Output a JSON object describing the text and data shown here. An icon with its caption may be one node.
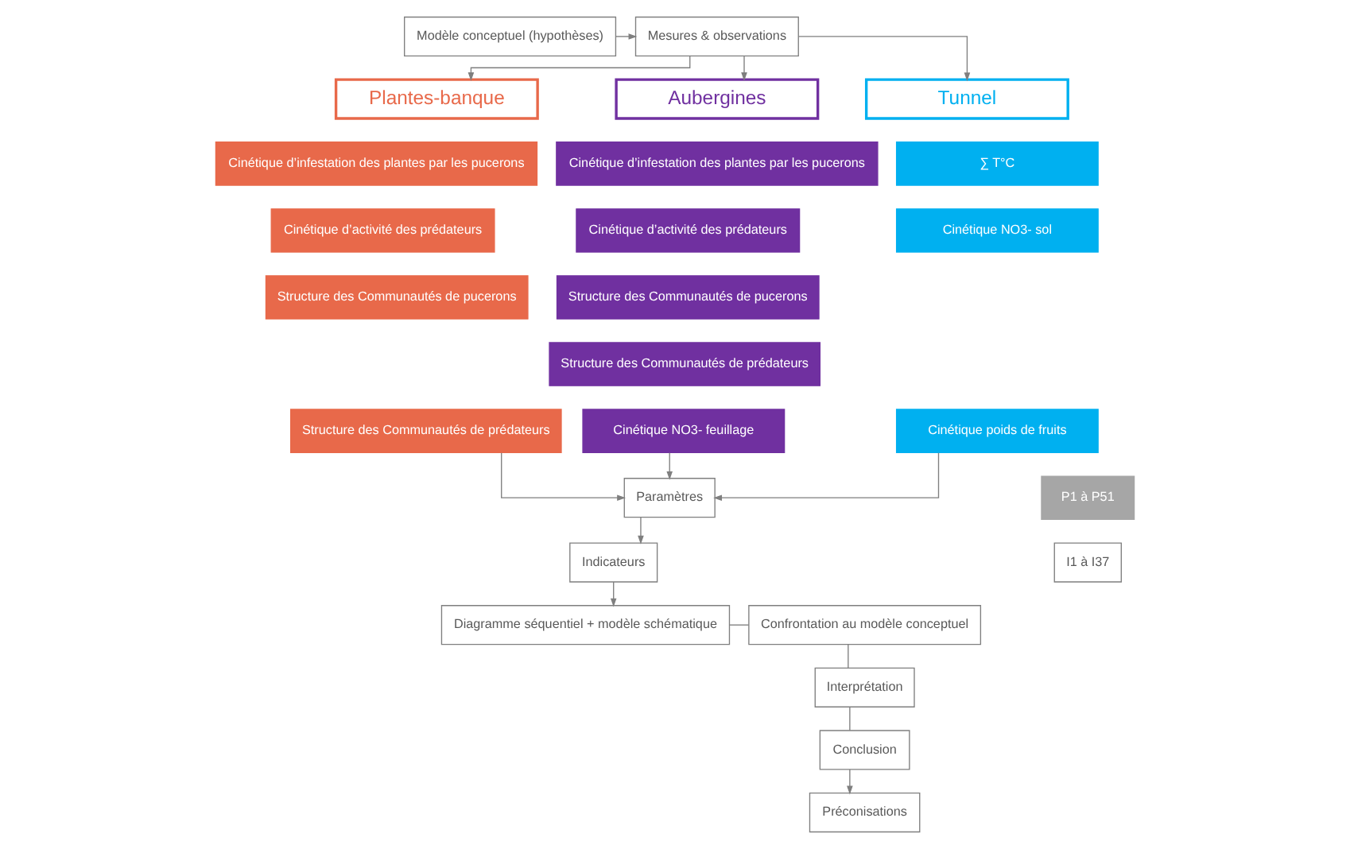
{
  "diagram": {
    "nodes": [
      {
        "text": [
          "Modèle conceptuel (hypothèses)"
        ]
      },
      {
        "text": [
          "Mesures & observations"
        ]
      },
      {
        "text": [
          "Plantes-banque"
        ]
      },
      {
        "text": [
          "Aubergines"
        ]
      },
      {
        "text": [
          "Tunnel"
        ]
      },
      {
        "text": [
          "Cinétique d’infestation des plantes par les pucerons"
        ]
      },
      {
        "text": [
          "Cinétique d’activité des prédateurs"
        ]
      },
      {
        "text": [
          "Structure des Communautés de pucerons"
        ]
      },
      {
        "text": [
          "Structure des Communautés de prédateurs"
        ]
      },
      {
        "text": [
          "Cinétique d’infestation des plantes par les pucerons"
        ]
      },
      {
        "text": [
          "Cinétique d’activité des prédateurs"
        ]
      },
      {
        "text": [
          "Structure des Communautés de pucerons"
        ]
      },
      {
        "text": [
          "Structure des Communautés de prédateurs"
        ]
      },
      {
        "text": [
          "Cinétique NO3- feuillage"
        ]
      },
      {
        "text": [
          "∑ T°C"
        ]
      },
      {
        "text": [
          "Cinétique NO3- sol"
        ]
      },
      {
        "text": [
          "Cinétique poids de fruits"
        ]
      },
      {
        "text": [
          "P1 à P51"
        ]
      },
      {
        "text": [
          "Paramètres"
        ]
      },
      {
        "text": [
          "I1 à I37"
        ]
      },
      {
        "text": [
          "Indicateurs"
        ]
      },
      {
        "text": [
          "Diagramme séquentiel + modèle schématique"
        ]
      },
      {
        "text": [
          "Confrontation au modèle conceptuel"
        ]
      },
      {
        "text": [
          "Interprétation"
        ]
      },
      {
        "text": [
          "Conclusion"
        ]
      },
      {
        "text": [
          "Préconisations"
        ]
      }
    ],
    "edges": [
      {
        "from": 0,
        "to": 1,
        "arrow": "to"
      },
      {
        "from": 1,
        "to": 2,
        "arrow": "to"
      },
      {
        "from": 1,
        "to": 3,
        "arrow": "to"
      },
      {
        "from": 1,
        "to": 4,
        "arrow": "to"
      },
      {
        "from": 8,
        "to": 18,
        "arrow": "to"
      },
      {
        "from": 13,
        "to": 18,
        "arrow": "to"
      },
      {
        "from": 16,
        "to": 18,
        "arrow": "to"
      },
      {
        "from": 18,
        "to": 20,
        "arrow": "to"
      },
      {
        "from": 20,
        "to": 21,
        "arrow": "to"
      },
      {
        "from": 21,
        "to": 22,
        "arrow": "none"
      },
      {
        "from": 22,
        "to": 23,
        "arrow": "none"
      },
      {
        "from": 23,
        "to": 24,
        "arrow": "none"
      },
      {
        "from": 24,
        "to": 25,
        "arrow": "to"
      }
    ]
  }
}
